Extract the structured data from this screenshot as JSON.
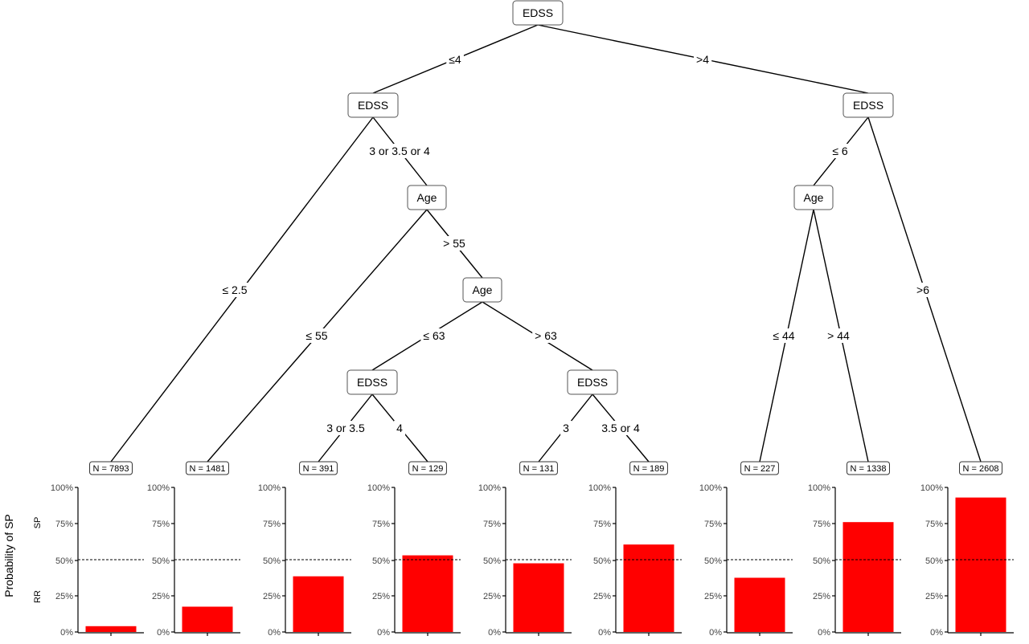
{
  "nodes": [
    {
      "id": "root",
      "label": "EDSS"
    },
    {
      "id": "n2",
      "label": "EDSS"
    },
    {
      "id": "n3",
      "label": "EDSS"
    },
    {
      "id": "n4",
      "label": "Age"
    },
    {
      "id": "n5",
      "label": "Age"
    },
    {
      "id": "n6",
      "label": "Age"
    },
    {
      "id": "n7",
      "label": "EDSS"
    },
    {
      "id": "n8",
      "label": "EDSS"
    }
  ],
  "edges": [
    {
      "from": "root",
      "to": "n2",
      "label": "≤4"
    },
    {
      "from": "root",
      "to": "n3",
      "label": ">4"
    },
    {
      "from": "n2",
      "to": "L1",
      "label": "≤ 2.5"
    },
    {
      "from": "n2",
      "to": "n4",
      "label": "3 or 3.5 or 4"
    },
    {
      "from": "n3",
      "to": "n6",
      "label": "≤ 6"
    },
    {
      "from": "n3",
      "to": "L9",
      "label": ">6"
    },
    {
      "from": "n4",
      "to": "L2",
      "label": "≤ 55"
    },
    {
      "from": "n4",
      "to": "n5",
      "label": "> 55"
    },
    {
      "from": "n5",
      "to": "n7",
      "label": "≤ 63"
    },
    {
      "from": "n5",
      "to": "n8",
      "label": "> 63"
    },
    {
      "from": "n6",
      "to": "L7",
      "label": "≤ 44"
    },
    {
      "from": "n6",
      "to": "L8",
      "label": "> 44"
    },
    {
      "from": "n7",
      "to": "L3",
      "label": "3 or 3.5"
    },
    {
      "from": "n7",
      "to": "L4",
      "label": "4"
    },
    {
      "from": "n8",
      "to": "L5",
      "label": "3"
    },
    {
      "from": "n8",
      "to": "L6",
      "label": "3.5 or 4"
    }
  ],
  "leaves": [
    {
      "id": "L1",
      "label": "N = 7893",
      "sp_probability": 0.04
    },
    {
      "id": "L2",
      "label": "N = 1481",
      "sp_probability": 0.175
    },
    {
      "id": "L3",
      "label": "N = 391",
      "sp_probability": 0.385
    },
    {
      "id": "L4",
      "label": "N = 129",
      "sp_probability": 0.53
    },
    {
      "id": "L5",
      "label": "N = 131",
      "sp_probability": 0.475
    },
    {
      "id": "L6",
      "label": "N = 189",
      "sp_probability": 0.605
    },
    {
      "id": "L7",
      "label": "N = 227",
      "sp_probability": 0.375
    },
    {
      "id": "L8",
      "label": "N = 1338",
      "sp_probability": 0.76
    },
    {
      "id": "L9",
      "label": "N = 2608",
      "sp_probability": 0.93
    }
  ],
  "leaf_axis": {
    "ticks": [
      "100%",
      "75%",
      "50%",
      "25%",
      "0%"
    ],
    "reference_line": 0.5,
    "y_title": "Probability of SP",
    "top_label": "SP",
    "bottom_label": "RR"
  },
  "colors": {
    "bar": "#ff0000"
  }
}
